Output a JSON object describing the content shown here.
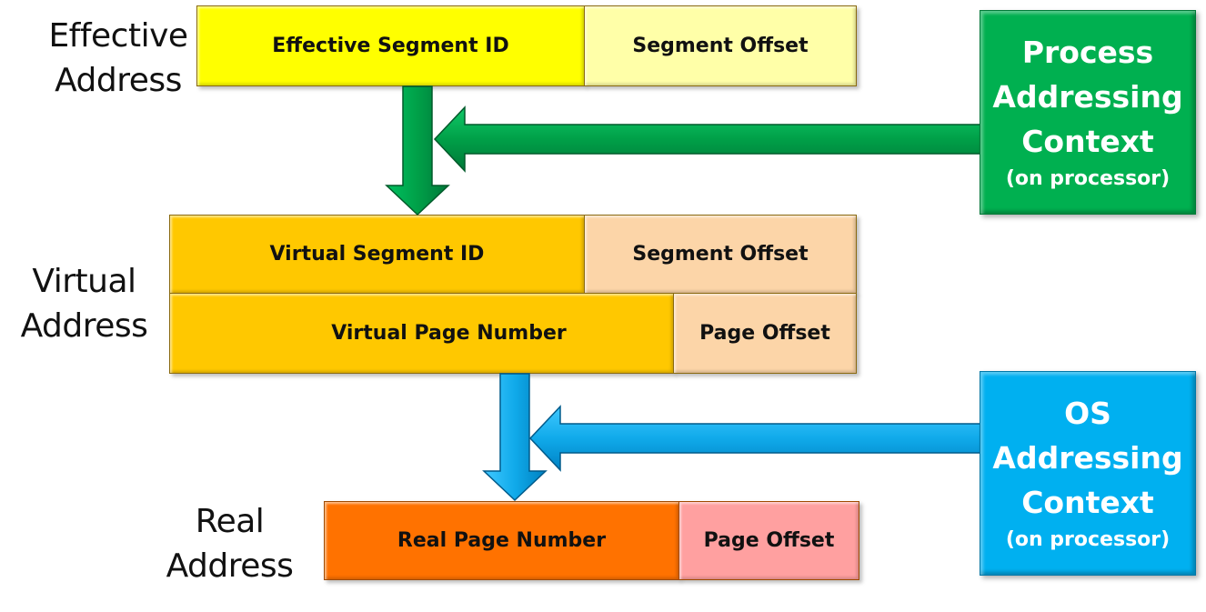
{
  "labels": {
    "effective": [
      "Effective",
      "Address"
    ],
    "virtual": [
      "Virtual",
      "Address"
    ],
    "real": [
      "Real",
      "Address"
    ]
  },
  "effective_row": {
    "segment_id": "Effective Segment ID",
    "segment_offset": "Segment Offset"
  },
  "virtual_row1": {
    "segment_id": "Virtual Segment ID",
    "segment_offset": "Segment Offset"
  },
  "virtual_row2": {
    "page_number": "Virtual Page Number",
    "page_offset": "Page Offset"
  },
  "real_row": {
    "page_number": "Real Page Number",
    "page_offset": "Page Offset"
  },
  "process_box": {
    "lines": [
      "Process",
      "Addressing",
      "Context"
    ],
    "note": "(on processor)"
  },
  "os_box": {
    "lines": [
      "OS",
      "Addressing",
      "Context"
    ],
    "note": "(on processor)"
  },
  "colors": {
    "effective_id": "#ffff00",
    "effective_offset": "#ffffa8",
    "virtual_id": "#ffc800",
    "virtual_offset": "#fcd5a8",
    "real_id": "#ff7200",
    "real_offset": "#ffa0a0",
    "green": "#00b050",
    "blue": "#00b0f0"
  }
}
